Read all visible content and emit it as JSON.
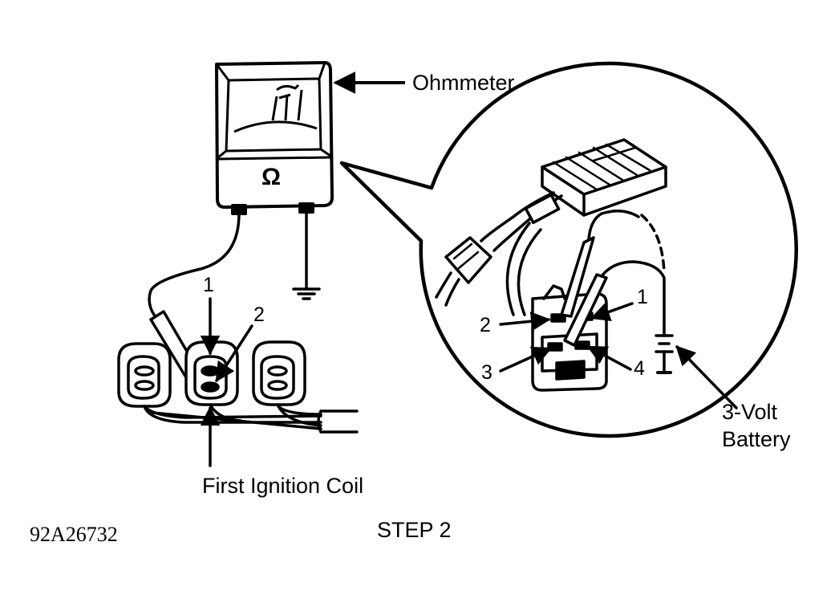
{
  "labels": {
    "ohmmeter": "Ohmmeter",
    "ohm_symbol": "Ω",
    "first_coil": "First Ignition Coil",
    "battery_line1": "3-Volt",
    "battery_line2": "Battery",
    "step": "STEP 2",
    "figure_code": "92A26732"
  },
  "coil_terminals": {
    "t1": "1",
    "t2": "2"
  },
  "connector_terminals": {
    "t1": "1",
    "t2": "2",
    "t3": "3",
    "t4": "4"
  },
  "colors": {
    "ink": "#000000",
    "paper": "#ffffff"
  }
}
